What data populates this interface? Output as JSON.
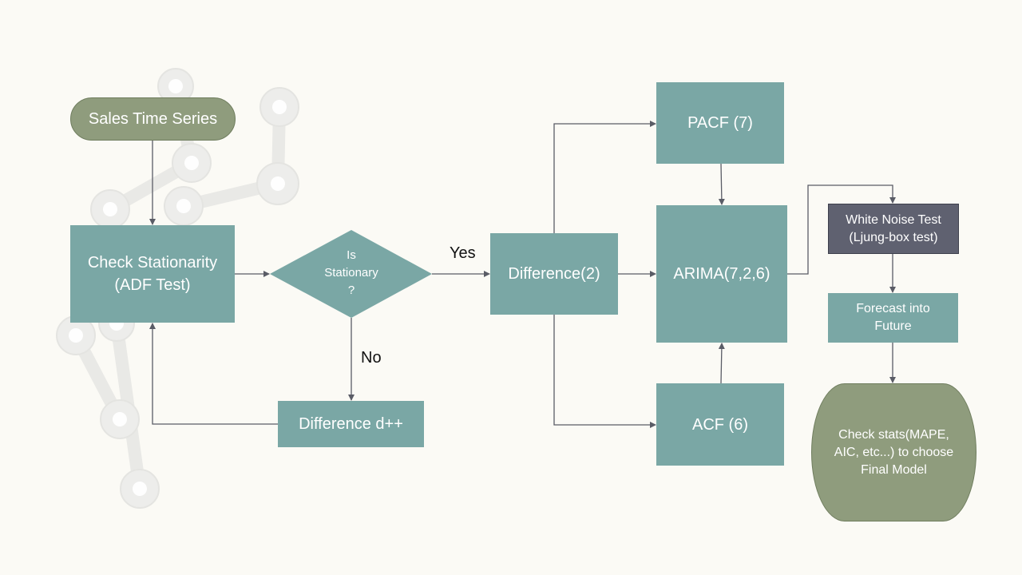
{
  "nodes": {
    "sales_time_series": "Sales Time Series",
    "check_stationarity": "Check Stationarity\n(ADF Test)",
    "is_stationary": "Is\nStationary\n?",
    "difference_2": "Difference(2)",
    "difference_dpp": "Difference d++",
    "pacf": "PACF (7)",
    "acf": "ACF (6)",
    "arima": "ARIMA(7,2,6)",
    "white_noise": "White Noise Test\n(Ljung-box test)",
    "forecast": "Forecast into\nFuture",
    "check_stats": "Check stats(MAPE,\nAIC, etc...) to choose\nFinal Model"
  },
  "edge_labels": {
    "yes": "Yes",
    "no": "No"
  },
  "colors": {
    "teal": "#7aa7a5",
    "olive": "#8f9c7d",
    "slate": "#5f6170",
    "connector": "#5a5c66",
    "background": "#fbfaf5"
  }
}
